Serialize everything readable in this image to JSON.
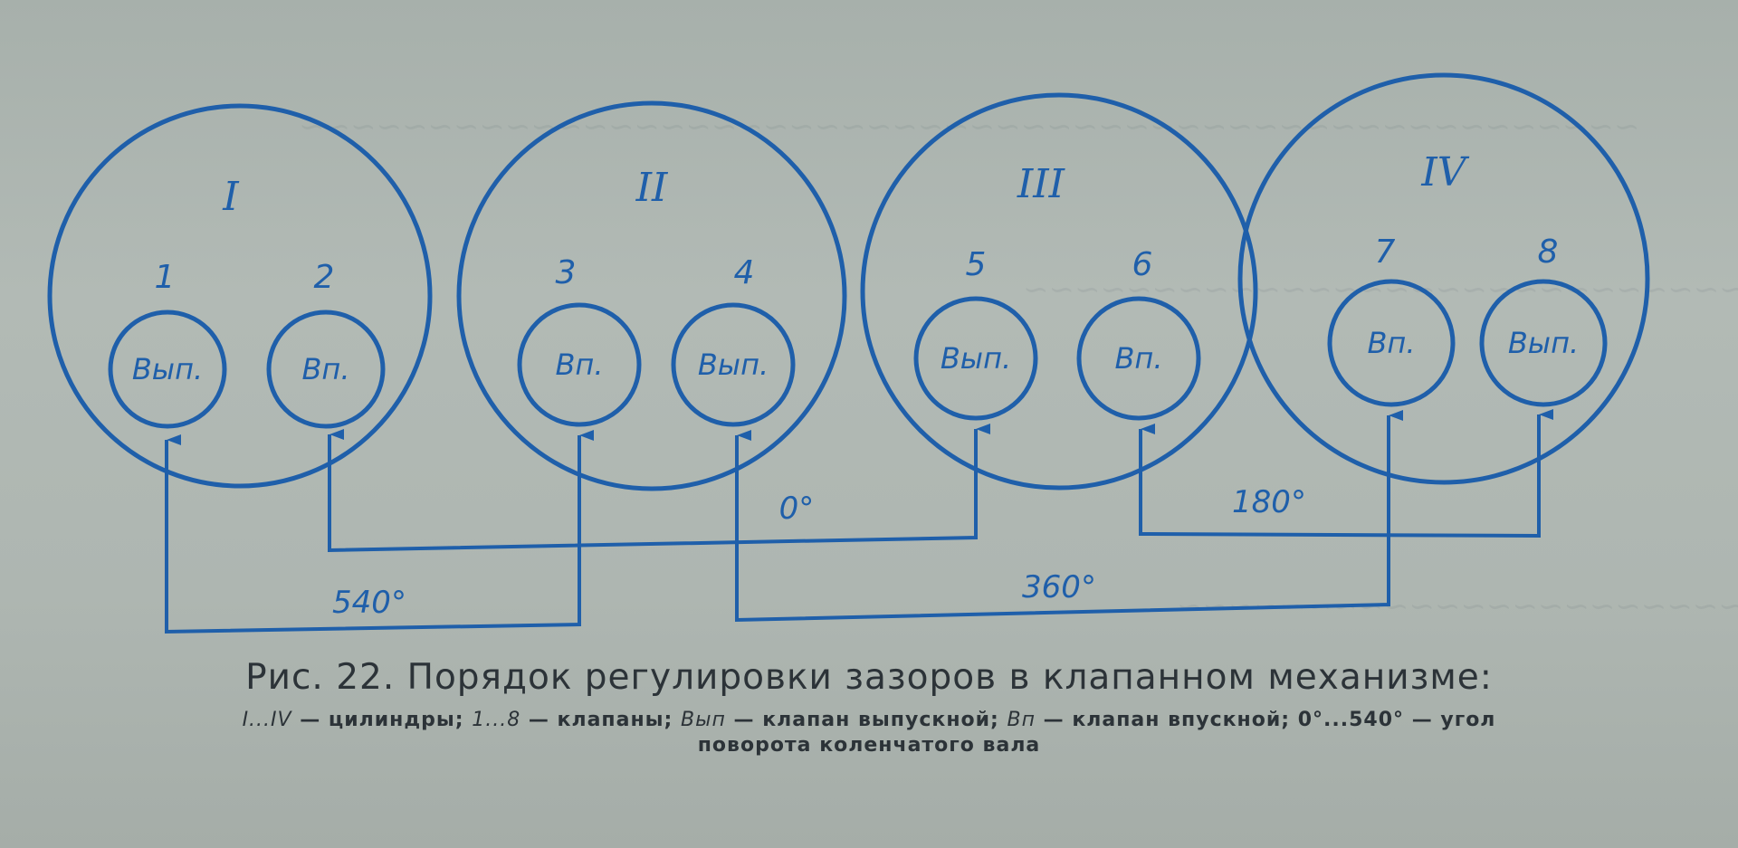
{
  "diagram": {
    "line_color": "#1f5faa",
    "cylinders": [
      {
        "numeral": "I",
        "valves": [
          {
            "number": "1",
            "type": "Вып."
          },
          {
            "number": "2",
            "type": "Вп."
          }
        ]
      },
      {
        "numeral": "II",
        "valves": [
          {
            "number": "3",
            "type": "Вп."
          },
          {
            "number": "4",
            "type": "Вып."
          }
        ]
      },
      {
        "numeral": "III",
        "valves": [
          {
            "number": "5",
            "type": "Вып."
          },
          {
            "number": "6",
            "type": "Вп."
          }
        ]
      },
      {
        "numeral": "IV",
        "valves": [
          {
            "number": "7",
            "type": "Вп."
          },
          {
            "number": "8",
            "type": "Вып."
          }
        ]
      }
    ],
    "angles": [
      {
        "label": "0°",
        "from_valve": "2",
        "to_valve": "5"
      },
      {
        "label": "180°",
        "from_valve": "6",
        "to_valve": "8"
      },
      {
        "label": "360°",
        "from_valve": "4",
        "to_valve": "7"
      },
      {
        "label": "540°",
        "from_valve": "1",
        "to_valve": "3"
      }
    ]
  },
  "caption": {
    "title": "Рис. 22. Порядок регулировки зазоров в клапанном механизме:",
    "legend_parts": [
      {
        "text": "I...IV",
        "italic": true
      },
      {
        "text": " — цилиндры; ",
        "italic": false
      },
      {
        "text": "1...8",
        "italic": true
      },
      {
        "text": " — клапаны; ",
        "italic": false
      },
      {
        "text": "Вып",
        "italic": true
      },
      {
        "text": " — клапан выпускной; ",
        "italic": false
      },
      {
        "text": "Вп",
        "italic": true
      },
      {
        "text": " — клапан впускной; 0°...540° — угол",
        "italic": false
      }
    ],
    "legend_line2": "поворота коленчатого вала"
  }
}
